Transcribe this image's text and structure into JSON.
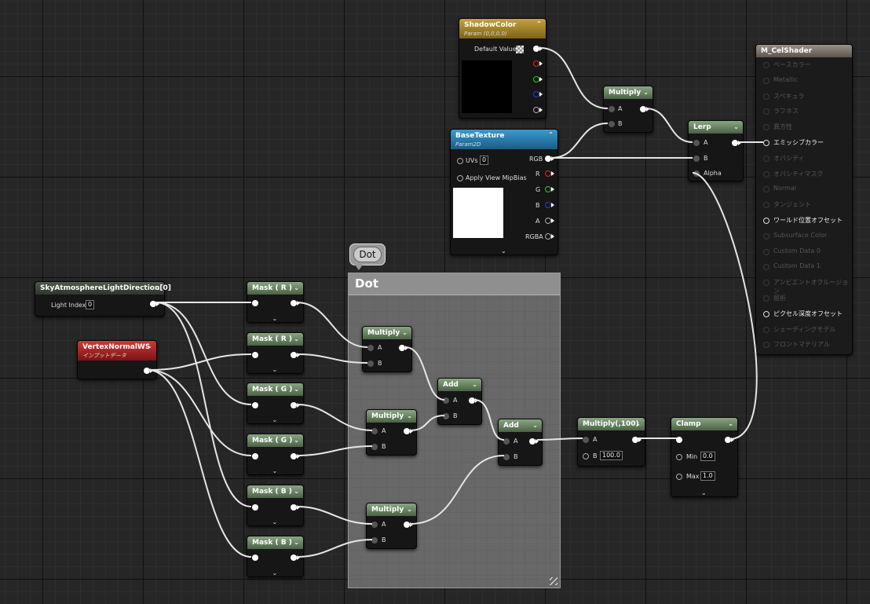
{
  "comment": {
    "title": "Dot",
    "bubble": "Dot"
  },
  "nodes": {
    "shadow_color": {
      "title": "ShadowColor",
      "subtitle": "Param (0,0,0,0)",
      "default_value_label": "Default Value"
    },
    "base_texture": {
      "title": "BaseTexture",
      "subtitle": "Param2D",
      "uvs_label": "UVs",
      "uvs_value": "0",
      "mip_label": "Apply View MipBias",
      "outputs": [
        "RGB",
        "R",
        "G",
        "B",
        "A",
        "RGBA"
      ]
    },
    "sky_dir": {
      "title": "SkyAtmosphereLightDirection[0]",
      "light_index_label": "Light Index",
      "light_index_value": "0"
    },
    "vertex_normal": {
      "title": "VertexNormalWS",
      "subtitle": "インプットデータ"
    },
    "mask_r1": {
      "title": "Mask ( R )"
    },
    "mask_r2": {
      "title": "Mask ( R )"
    },
    "mask_g1": {
      "title": "Mask ( G )"
    },
    "mask_g2": {
      "title": "Mask ( G )"
    },
    "mask_b1": {
      "title": "Mask ( B )"
    },
    "mask_b2": {
      "title": "Mask ( B )"
    },
    "mult_top": {
      "title": "Multiply",
      "a": "A",
      "b": "B"
    },
    "mult_1": {
      "title": "Multiply",
      "a": "A",
      "b": "B"
    },
    "mult_2": {
      "title": "Multiply",
      "a": "A",
      "b": "B"
    },
    "mult_3": {
      "title": "Multiply",
      "a": "A",
      "b": "B"
    },
    "add_1": {
      "title": "Add",
      "a": "A",
      "b": "B"
    },
    "add_2": {
      "title": "Add",
      "a": "A",
      "b": "B"
    },
    "mult_100": {
      "title": "Multiply(,100)",
      "a": "A",
      "b": "B",
      "b_value": "100.0"
    },
    "lerp": {
      "title": "Lerp",
      "a": "A",
      "b": "B",
      "alpha": "Alpha"
    },
    "clamp": {
      "title": "Clamp",
      "min_label": "Min",
      "min_value": "0.0",
      "max_label": "Max",
      "max_value": "1.0"
    }
  },
  "result": {
    "title": "M_CelShader",
    "pins": [
      {
        "label": "ベースカラー",
        "active": false
      },
      {
        "label": "Metallic",
        "active": false
      },
      {
        "label": "スペキュラ",
        "active": false
      },
      {
        "label": "ラフネス",
        "active": false
      },
      {
        "label": "異方性",
        "active": false
      },
      {
        "label": "エミッシブカラー",
        "active": true
      },
      {
        "label": "オパシティ",
        "active": false
      },
      {
        "label": "オパシティマスク",
        "active": false
      },
      {
        "label": "Normal",
        "active": false
      },
      {
        "label": "タンジェント",
        "active": false
      },
      {
        "label": "ワールド位置オフセット",
        "active": true
      },
      {
        "label": "Subsurface Color",
        "active": false
      },
      {
        "label": "Custom Data 0",
        "active": false
      },
      {
        "label": "Custom Data 1",
        "active": false
      },
      {
        "label": "アンビエントオクルージョン",
        "active": false
      },
      {
        "label": "屈折",
        "active": false
      },
      {
        "label": "ピクセル深度オフセット",
        "active": true
      },
      {
        "label": "シェーディングモデル",
        "active": false
      },
      {
        "label": "フロントマテリアル",
        "active": false
      }
    ]
  },
  "colors": {
    "wire": "#e6e6e6",
    "header_green": "#6b8565",
    "header_blue": "#2b7fb3",
    "header_gold": "#a88a2a",
    "header_red": "#b02424",
    "comment_bg": "#828282"
  }
}
